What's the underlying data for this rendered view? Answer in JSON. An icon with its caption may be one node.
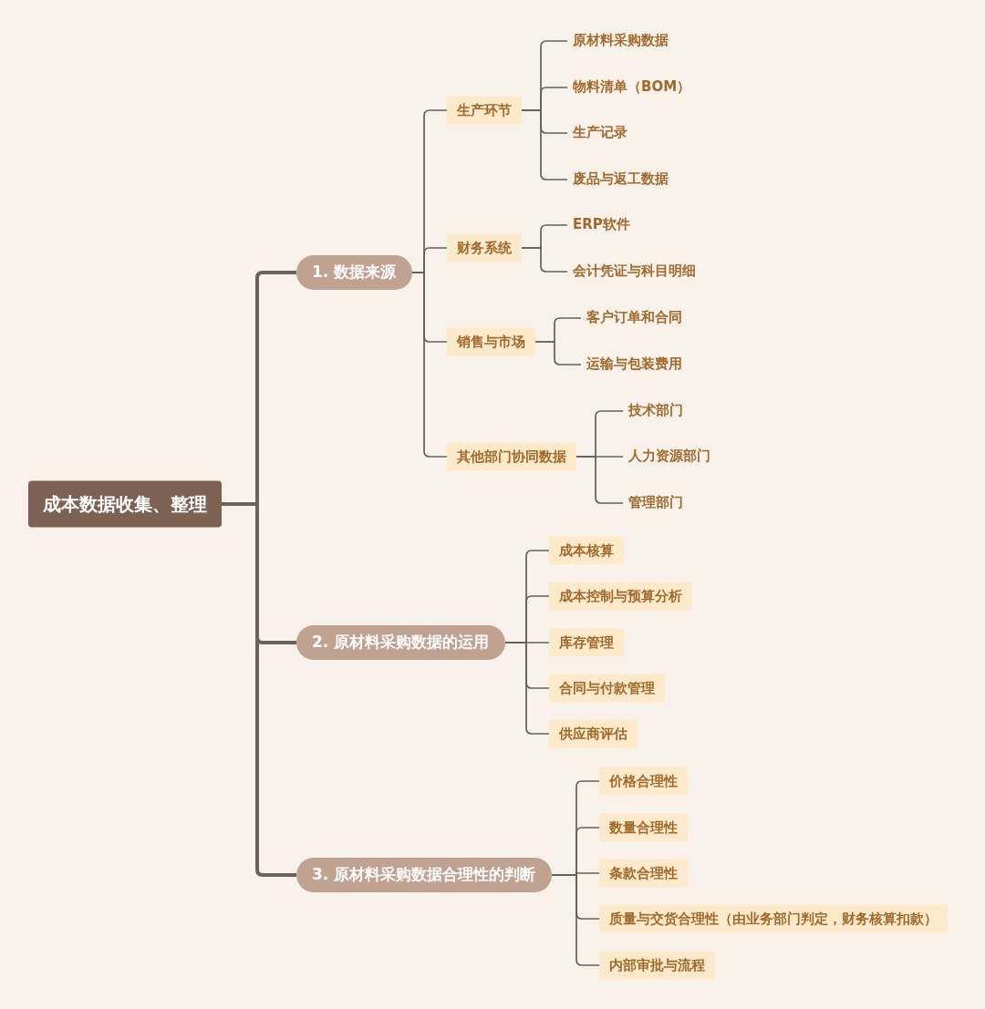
{
  "diagram": {
    "nodes": [
      {
        "text": [
          "成本数据收集、整理"
        ]
      },
      {
        "text": [
          "1. 数据来源"
        ]
      },
      {
        "text": [
          "生产环节"
        ]
      },
      {
        "text": [
          "原材料采购数据"
        ]
      },
      {
        "text": [
          "物料清单（BOM）"
        ]
      },
      {
        "text": [
          "生产记录"
        ]
      },
      {
        "text": [
          "废品与返工数据"
        ]
      },
      {
        "text": [
          "财务系统"
        ]
      },
      {
        "text": [
          "ERP软件"
        ]
      },
      {
        "text": [
          "会计凭证与科目明细"
        ]
      },
      {
        "text": [
          "销售与市场"
        ]
      },
      {
        "text": [
          "客户订单和合同"
        ]
      },
      {
        "text": [
          "运输与包装费用"
        ]
      },
      {
        "text": [
          "其他部门协同数据"
        ]
      },
      {
        "text": [
          "技术部门"
        ]
      },
      {
        "text": [
          "人力资源部门"
        ]
      },
      {
        "text": [
          "管理部门"
        ]
      },
      {
        "text": [
          "2. 原材料采购数据的运用"
        ]
      },
      {
        "text": [
          "成本核算"
        ]
      },
      {
        "text": [
          "成本控制与预算分析"
        ]
      },
      {
        "text": [
          "库存管理"
        ]
      },
      {
        "text": [
          "合同与付款管理"
        ]
      },
      {
        "text": [
          "供应商评估"
        ]
      },
      {
        "text": [
          "3. 原材料采购数据合理性的判断"
        ]
      },
      {
        "text": [
          "价格合理性"
        ]
      },
      {
        "text": [
          "数量合理性"
        ]
      },
      {
        "text": [
          "条款合理性"
        ]
      },
      {
        "text": [
          "质量与交货合理性（由业务部门判定，财务核算扣款）"
        ]
      },
      {
        "text": [
          "内部审批与流程"
        ]
      }
    ],
    "edges": [
      {
        "from": 0,
        "to": 1,
        "arrow": "none",
        "style": "thick"
      },
      {
        "from": 0,
        "to": 17,
        "arrow": "none",
        "style": "thick"
      },
      {
        "from": 0,
        "to": 23,
        "arrow": "none",
        "style": "thick"
      },
      {
        "from": 1,
        "to": 2,
        "arrow": "none"
      },
      {
        "from": 1,
        "to": 7,
        "arrow": "none"
      },
      {
        "from": 1,
        "to": 10,
        "arrow": "none"
      },
      {
        "from": 1,
        "to": 13,
        "arrow": "none"
      },
      {
        "from": 2,
        "to": 3,
        "arrow": "none"
      },
      {
        "from": 2,
        "to": 4,
        "arrow": "none"
      },
      {
        "from": 2,
        "to": 5,
        "arrow": "none"
      },
      {
        "from": 2,
        "to": 6,
        "arrow": "none"
      },
      {
        "from": 7,
        "to": 8,
        "arrow": "none"
      },
      {
        "from": 7,
        "to": 9,
        "arrow": "none"
      },
      {
        "from": 10,
        "to": 11,
        "arrow": "none"
      },
      {
        "from": 10,
        "to": 12,
        "arrow": "none"
      },
      {
        "from": 13,
        "to": 14,
        "arrow": "none"
      },
      {
        "from": 13,
        "to": 15,
        "arrow": "none"
      },
      {
        "from": 13,
        "to": 16,
        "arrow": "none"
      },
      {
        "from": 17,
        "to": 18,
        "arrow": "none"
      },
      {
        "from": 17,
        "to": 19,
        "arrow": "none"
      },
      {
        "from": 17,
        "to": 20,
        "arrow": "none"
      },
      {
        "from": 17,
        "to": 21,
        "arrow": "none"
      },
      {
        "from": 17,
        "to": 22,
        "arrow": "none"
      },
      {
        "from": 23,
        "to": 24,
        "arrow": "none"
      },
      {
        "from": 23,
        "to": 25,
        "arrow": "none"
      },
      {
        "from": 23,
        "to": 26,
        "arrow": "none"
      },
      {
        "from": 23,
        "to": 27,
        "arrow": "none"
      },
      {
        "from": 23,
        "to": 28,
        "arrow": "none"
      }
    ]
  }
}
